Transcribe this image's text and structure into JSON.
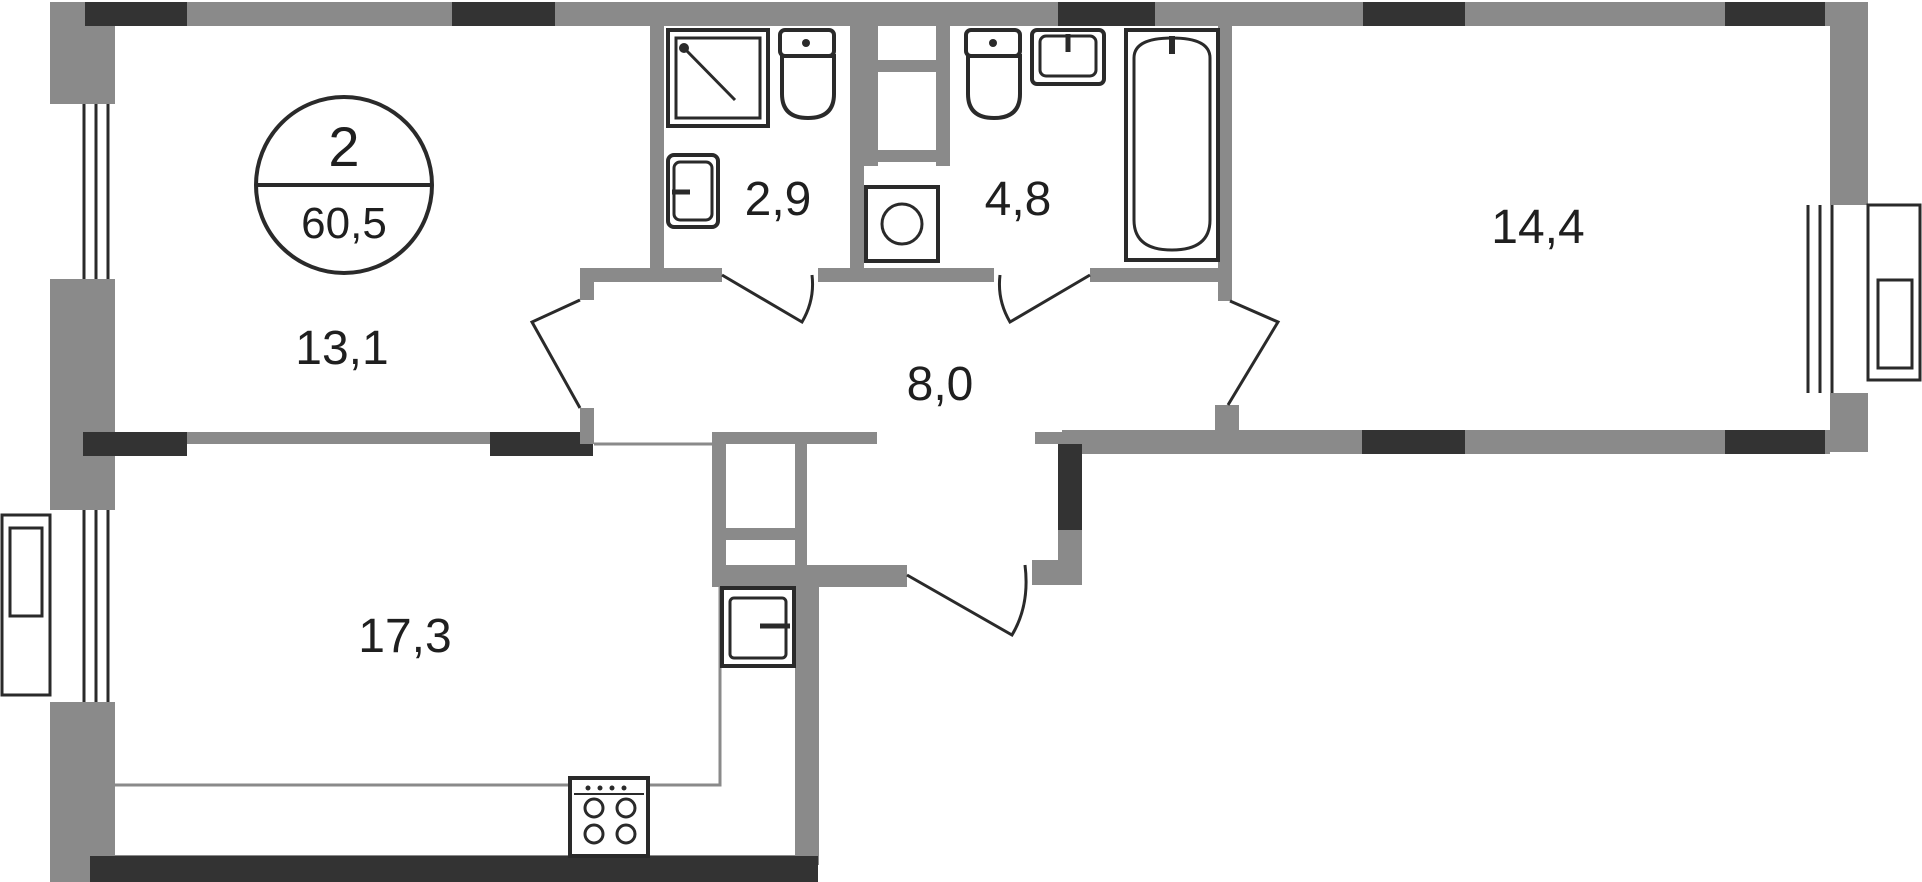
{
  "badge": {
    "rooms": "2",
    "total_area": "60,5"
  },
  "rooms": {
    "bedroom": "13,1",
    "kitchen": "17,3",
    "wc": "2,9",
    "bathroom": "4,8",
    "hall": "8,0",
    "living": "14,4"
  },
  "colors": {
    "wall": "#8a8a8a",
    "wall_dark": "#333333",
    "fixture_stroke": "#2a2a2a",
    "background": "#ffffff"
  }
}
